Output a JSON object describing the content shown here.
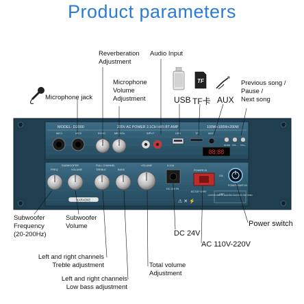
{
  "title": "Product parameters",
  "callouts": {
    "reverb": "Reverberation\nAdjustment",
    "audio_input": "Audio Input",
    "mic_volume": "Microphone\nVolume\nAdjustment",
    "mic_jack": "Microphone jack",
    "prev_song": "Previous song /\nPause /\nNext song",
    "sub_freq": "Subwoofer\nFrequency\n(20-200Hz)",
    "sub_volume": "Subwoofer\nVolume",
    "treble": "Left and right channels\nTreble adjustment",
    "bass": "Left and right channels\nLow bass adjustment",
    "total_volume": "Total volume\nAdjustment",
    "dc24": "DC 24V",
    "ac": "AC 110V-220V",
    "power_switch": "Power switch"
  },
  "icons": {
    "usb": "USB",
    "tf": "TF卡",
    "aux": "AUX"
  },
  "panel": {
    "model": "MODEL: D2000",
    "spec": "220V  AC POWER 2.1CH HIFI BT AMP",
    "watts": "100W+100W+200W",
    "mic1": "MIC1",
    "mic2": "MIC2",
    "echo": "ECHO",
    "mic_vol": "MIC VOL",
    "input": "INPUT",
    "usb": "USB",
    "tf": "TF",
    "aux": "AUX",
    "subwoofer": "SUBWOOFER",
    "freq": "FREQ",
    "volume": "VOLUME",
    "treble": "TREBLE",
    "bass": "BASS",
    "full_channel": "FULL CHANNEL",
    "master_volume": "VOLUME",
    "karaoke": "KARAOKE",
    "power_in": "POWER IN",
    "dc": "DC 24V IN",
    "ac": "AC110~240V",
    "on": "ON",
    "off": "OFF",
    "power_switch": "POWER SWITCH",
    "display": "88:88",
    "fuse": "5-10A",
    "caution": "CAUTION RISK OF ELECTRIC SHOCK DO NOT OPEN",
    "btn_labels": [
      "MODE",
      "VOL-",
      "VOL+"
    ]
  }
}
